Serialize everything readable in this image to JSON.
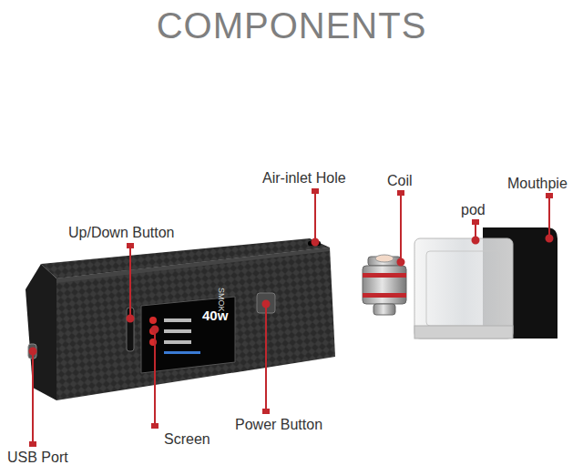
{
  "diagram": {
    "title": "COMPONENTS",
    "labels": [
      "Air-inlet Hole",
      "Coil",
      "pod",
      "Mouthpie",
      "Up/Down Button",
      "SMOK",
      "40w",
      "USB Port",
      "Screen",
      "Power Button"
    ]
  }
}
